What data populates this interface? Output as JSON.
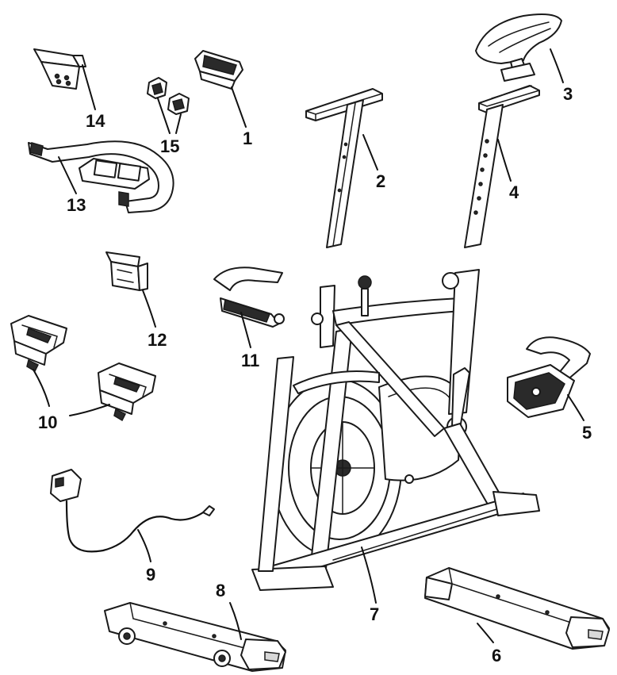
{
  "diagram": {
    "parts": [
      {
        "id": "console",
        "label": "1"
      },
      {
        "id": "handlebar-post",
        "label": "2"
      },
      {
        "id": "saddle",
        "label": "3"
      },
      {
        "id": "seat-post",
        "label": "4"
      },
      {
        "id": "pedal-right",
        "label": "5"
      },
      {
        "id": "rear-stabilizer",
        "label": "6"
      },
      {
        "id": "main-frame",
        "label": "7"
      },
      {
        "id": "front-stabilizer",
        "label": "8"
      },
      {
        "id": "power-adapter",
        "label": "9"
      },
      {
        "id": "foot-cups",
        "label": "10"
      },
      {
        "id": "pedal-left",
        "label": "11"
      },
      {
        "id": "bracket",
        "label": "12"
      },
      {
        "id": "handlebar",
        "label": "13"
      },
      {
        "id": "tablet-holder",
        "label": "14"
      },
      {
        "id": "clips",
        "label": "15"
      }
    ]
  }
}
